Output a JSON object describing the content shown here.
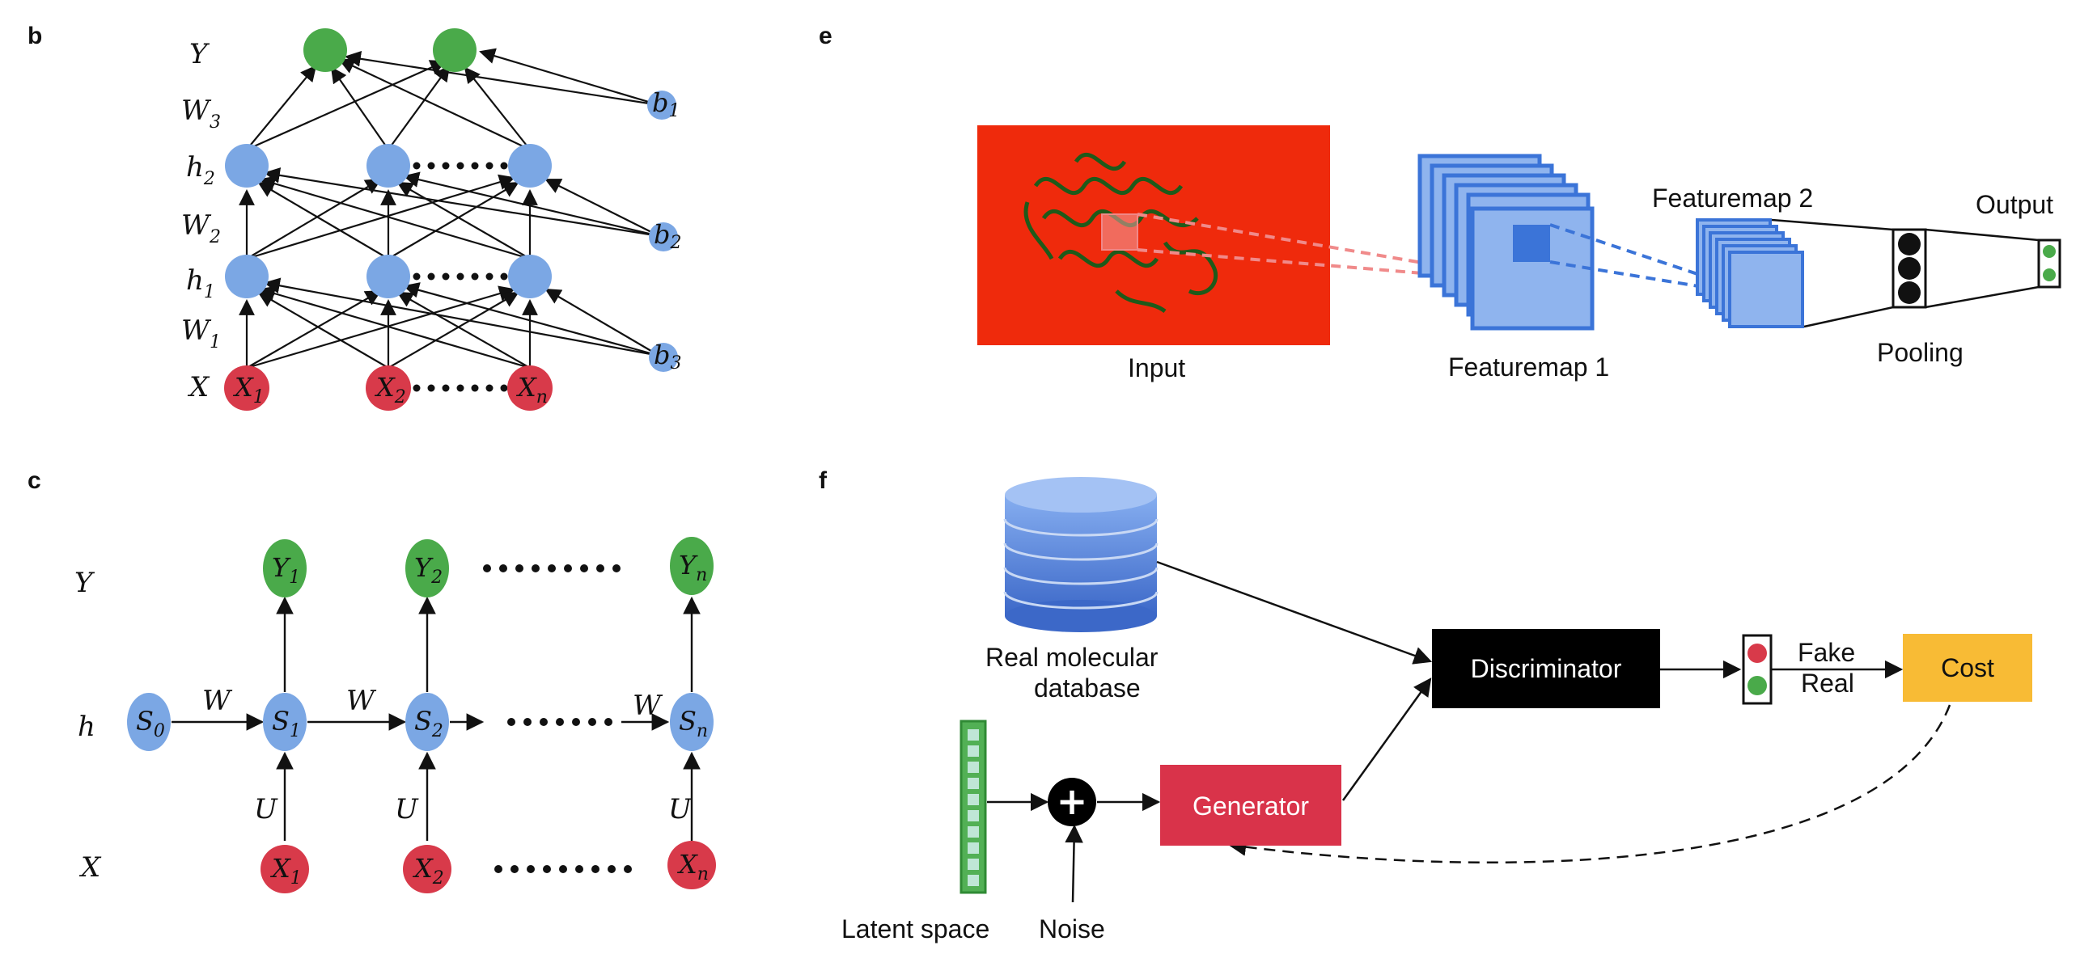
{
  "panels": {
    "b": "b",
    "c": "c",
    "e": "e",
    "f": "f"
  },
  "panel_b": {
    "row_labels": {
      "Y": "Y",
      "W3": "W",
      "W3_sub": "3",
      "h2": "h",
      "h2_sub": "2",
      "W2": "W",
      "W2_sub": "2",
      "h1": "h",
      "h1_sub": "1",
      "W1": "W",
      "W1_sub": "1",
      "X": "X"
    },
    "bias": [
      {
        "base": "b",
        "sub": "1"
      },
      {
        "base": "b",
        "sub": "2"
      },
      {
        "base": "b",
        "sub": "3"
      }
    ],
    "inputs": [
      {
        "base": "X",
        "sub": "1"
      },
      {
        "base": "X",
        "sub": "2"
      },
      {
        "base": "X",
        "sub": "n"
      }
    ],
    "colors": {
      "output": "#4aaa4a",
      "hidden": "#7ba7e4",
      "input": "#d83a4a"
    }
  },
  "panel_c": {
    "row_labels": {
      "Y": "Y",
      "h": "h",
      "X": "X"
    },
    "outputs": [
      {
        "base": "Y",
        "sub": "1"
      },
      {
        "base": "Y",
        "sub": "2"
      },
      {
        "base": "Y",
        "sub": "n"
      }
    ],
    "states": [
      {
        "base": "S",
        "sub": "0"
      },
      {
        "base": "S",
        "sub": "1"
      },
      {
        "base": "S",
        "sub": "2"
      },
      {
        "base": "S",
        "sub": "n"
      }
    ],
    "inputs": [
      {
        "base": "X",
        "sub": "1"
      },
      {
        "base": "X",
        "sub": "2"
      },
      {
        "base": "X",
        "sub": "n"
      }
    ],
    "edge_W": "W",
    "edge_U": "U"
  },
  "panel_e": {
    "input_label": "Input",
    "featuremap1_label": "Featuremap 1",
    "featuremap2_label": "Featuremap 2",
    "pooling_label": "Pooling",
    "output_label": "Output",
    "colors": {
      "input_bg": "#ef2a0c",
      "featuremap": "#8fb4ee",
      "featuremap_border": "#3b74d8"
    }
  },
  "panel_f": {
    "database_label_line1": "Real molecular",
    "database_label_line2": "database",
    "discriminator_label": "Discriminator",
    "generator_label": "Generator",
    "cost_label": "Cost",
    "fake_label": "Fake",
    "real_label": "Real",
    "latent_label": "Latent space",
    "noise_label": "Noise",
    "plus_symbol": "+",
    "colors": {
      "discriminator": "#000000",
      "generator": "#d9334a",
      "cost": "#f8bb35",
      "database": "#5a8be0"
    }
  }
}
